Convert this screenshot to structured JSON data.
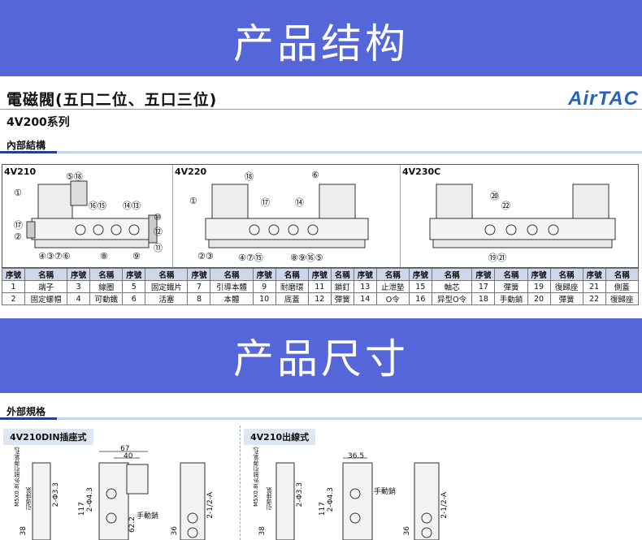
{
  "banner_top": "产品结构",
  "banner_mid": "产品尺寸",
  "product_title": "電磁閥(五口二位、五口三位)",
  "brand": "AirTAC",
  "series": "4V200系列",
  "section_internal": "內部結構",
  "section_external": "外部規格",
  "panels": [
    {
      "label": "4V210",
      "callouts": [
        "⑤⑱",
        "①",
        "⑯⑮",
        "⑭⑬",
        "⑩",
        "⑰",
        "⑫",
        "②",
        "⑪",
        "④③⑦⑥",
        "⑧",
        "⑨"
      ]
    },
    {
      "label": "4V220",
      "callouts": [
        "⑱",
        "⑥",
        "①",
        "⑰",
        "⑭",
        "②③",
        "④⑦⑮",
        "⑧⑨⑯⑤"
      ]
    },
    {
      "label": "4V230C",
      "callouts": [
        "⑳",
        "㉒",
        "⑲㉑"
      ]
    }
  ],
  "parts_header": [
    "序號",
    "名稱",
    "序號",
    "名稱",
    "序號",
    "名稱",
    "序號",
    "名稱",
    "序號",
    "名稱",
    "序號",
    "名稱",
    "序號",
    "名稱",
    "序號",
    "名稱",
    "序號",
    "名稱",
    "序號",
    "名稱",
    "序號",
    "名稱"
  ],
  "parts_rows": [
    [
      "1",
      "端子",
      "3",
      "線圈",
      "5",
      "固定鐵片",
      "7",
      "引導本體",
      "9",
      "耐磨環",
      "11",
      "鎖釘",
      "13",
      "止泄墊",
      "15",
      "軸芯",
      "17",
      "彈簧",
      "19",
      "復歸座",
      "21",
      "側蓋"
    ],
    [
      "2",
      "固定螺帽",
      "4",
      "可動鐵",
      "6",
      "活塞",
      "8",
      "本體",
      "10",
      "底蓋",
      "12",
      "彈簧",
      "14",
      "O令",
      "16",
      "异型O令",
      "18",
      "手動銷",
      "20",
      "彈簧",
      "22",
      "復歸座"
    ]
  ],
  "dims": [
    {
      "title": "4V210DIN插座式",
      "labels": [
        "67",
        "40",
        "手動銷",
        "117",
        "2-Φ4.3",
        "62.2",
        "38",
        "36",
        "M5X0.8(外部引導氣孔)",
        "引導排氣",
        "2-Φ3.3",
        "2-1/2-A"
      ]
    },
    {
      "title": "4V210出線式",
      "labels": [
        "36.5",
        "手動銷",
        "117",
        "2-Φ4.3",
        "38",
        "36",
        "M5X0.8(外部引導氣孔)",
        "引導排氣",
        "2-Φ3.3",
        "2-1/2-A"
      ]
    }
  ],
  "colors": {
    "banner": "#5566d8",
    "brand": "#2a62b7",
    "table_header": "#cfd8ea"
  }
}
